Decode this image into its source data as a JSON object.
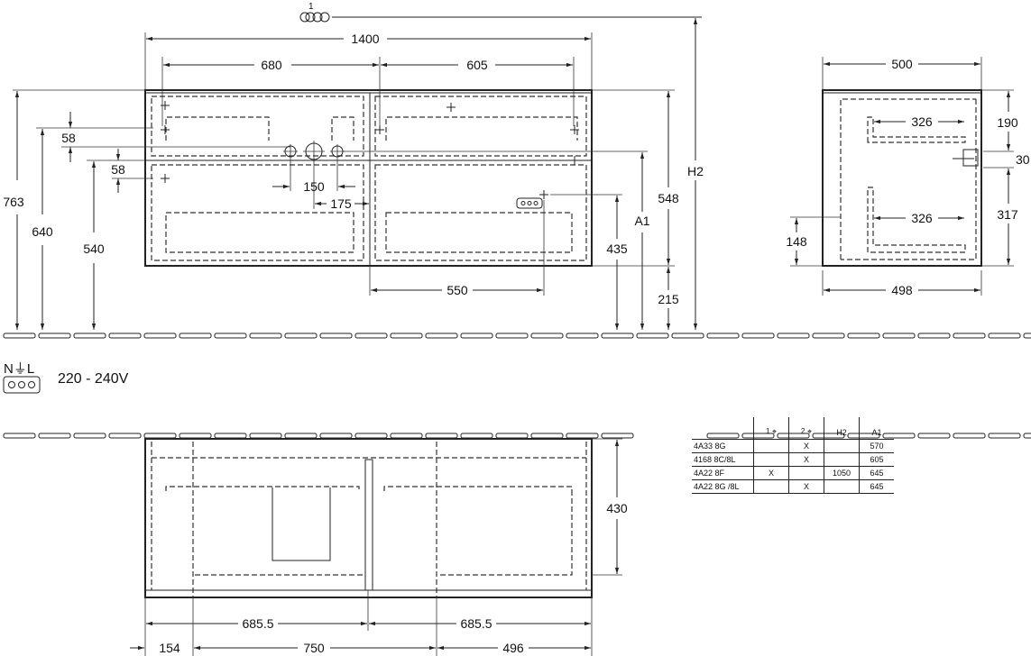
{
  "front_view": {
    "marker_number": "1",
    "width_total": "1400",
    "width_left": "680",
    "width_right": "605",
    "h_763": "763",
    "h_640": "640",
    "h_540": "540",
    "h_435": "435",
    "h_548": "548",
    "h_215": "215",
    "label_a1": "A1",
    "label_h2": "H2",
    "d_58a": "58",
    "d_58b": "58",
    "d_150": "150",
    "d_175": "175",
    "d_550": "550"
  },
  "side_view": {
    "depth_top": "500",
    "depth_bottom": "498",
    "w_326_top": "326",
    "w_326_bottom": "326",
    "h_190": "190",
    "h_30": "30",
    "h_317": "317",
    "h_148": "148"
  },
  "electrical": {
    "symbol": "N⏚L",
    "voltage": "220 - 240V"
  },
  "top_view": {
    "depth": "430",
    "w_left": "685.5",
    "w_right": "685.5",
    "w_154": "154",
    "w_750": "750",
    "w_496": "496"
  },
  "spec_table": {
    "headers": [
      "",
      "1",
      "2",
      "H2",
      "A1"
    ],
    "rows": [
      {
        "model": "4A33 8G",
        "c1": "",
        "c2": "X",
        "h2": "",
        "a1": "570"
      },
      {
        "model": "4168 8C/8L",
        "c1": "",
        "c2": "X",
        "h2": "",
        "a1": "605"
      },
      {
        "model": "4A22 8F",
        "c1": "X",
        "c2": "",
        "h2": "1050",
        "a1": "645"
      },
      {
        "model": "4A22 8G /8L",
        "c1": "",
        "c2": "X",
        "h2": "",
        "a1": "645"
      }
    ]
  }
}
